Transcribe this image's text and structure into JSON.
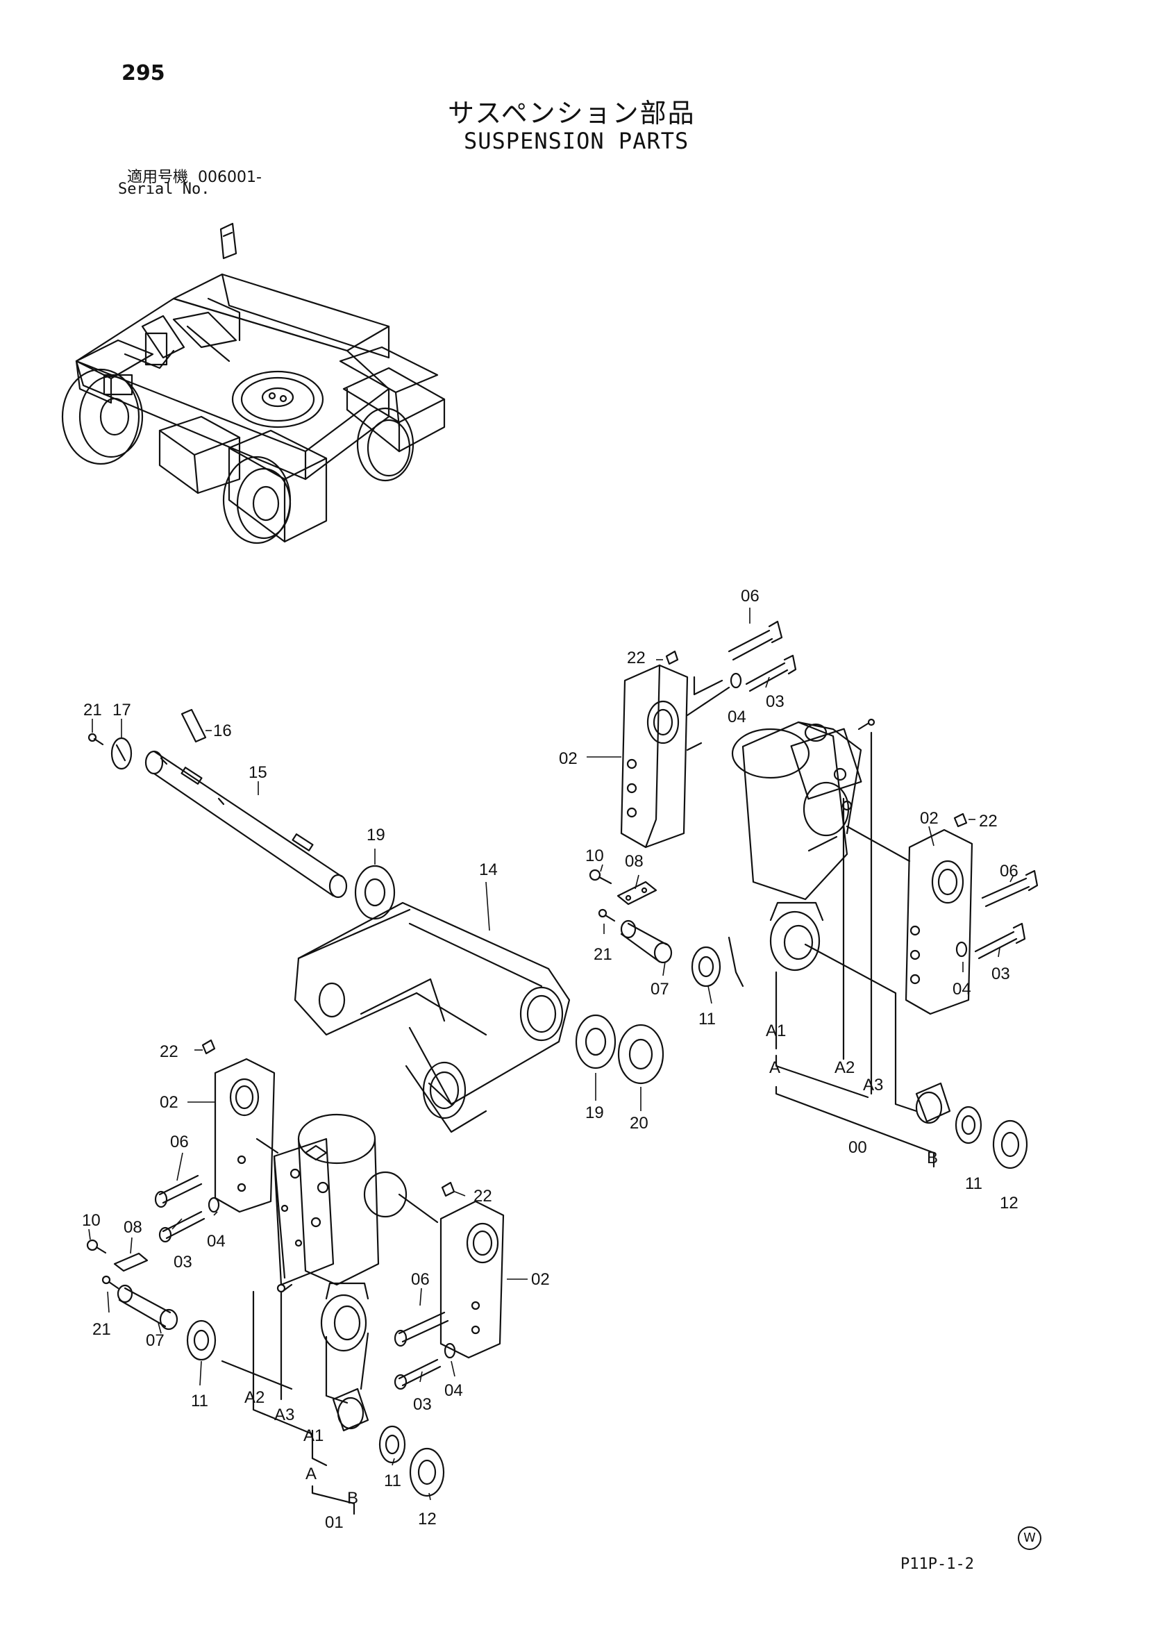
{
  "header": {
    "page_number": "295",
    "title_jp": "サスペンション部品",
    "title_en": "SUSPENSION PARTS",
    "serial_label_jp": "適用号機",
    "serial_value": "006001-",
    "serial_label_en": "Serial No."
  },
  "footer": {
    "reference": "P11P-1-2",
    "mark": "W"
  },
  "callouts": {
    "upper_right": [
      "06",
      "22",
      "03",
      "04",
      "02",
      "02",
      "22",
      "06",
      "10",
      "08",
      "21",
      "07",
      "11",
      "04",
      "03",
      "A1",
      "A",
      "A2",
      "A3",
      "00",
      "B",
      "11",
      "12"
    ],
    "middle": [
      "21",
      "17",
      "16",
      "15",
      "19",
      "14",
      "19",
      "20"
    ],
    "lower_left": [
      "22",
      "02",
      "06",
      "03",
      "04",
      "10",
      "08",
      "21",
      "07",
      "11",
      "A2",
      "A3",
      "A1",
      "A",
      "01",
      "B",
      "11",
      "12",
      "22",
      "02",
      "06",
      "03",
      "04"
    ]
  }
}
